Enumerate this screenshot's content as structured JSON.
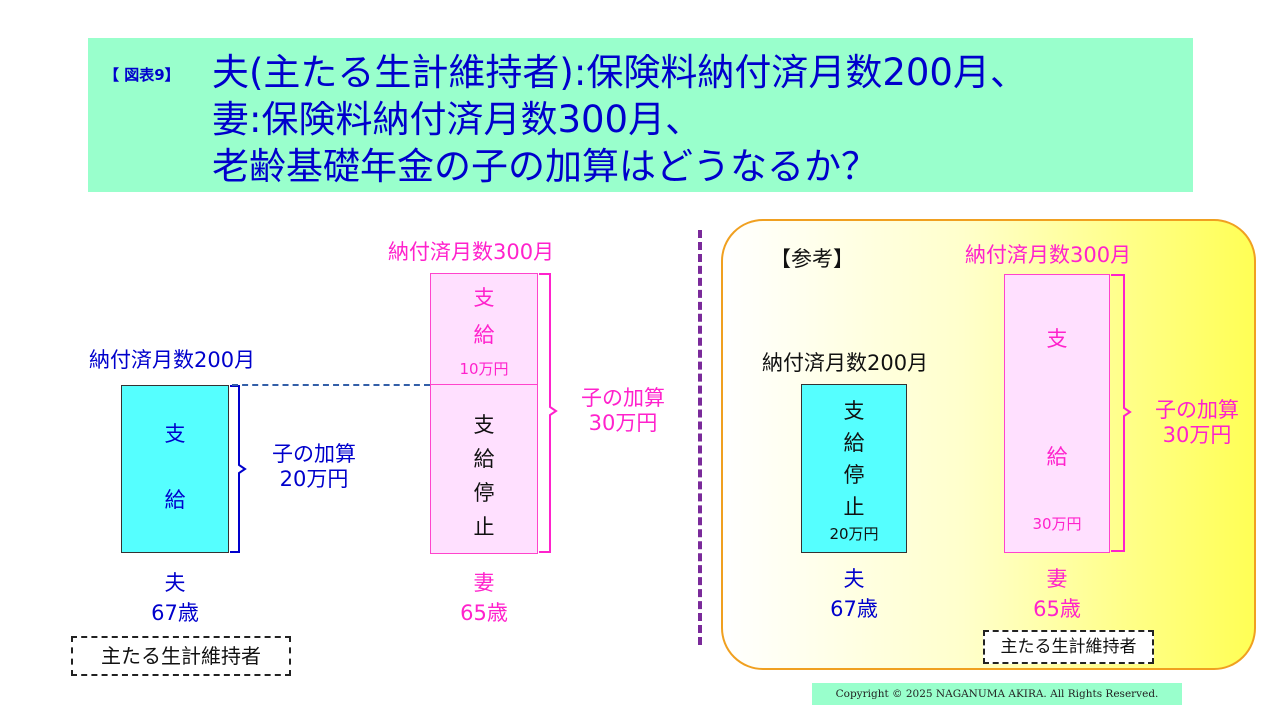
{
  "title": {
    "tag": "【 図表9】",
    "lines": [
      "夫(主たる生計維持者):保険料納付済月数200月、",
      "妻:保険料納付済月数300月、",
      "老齢基礎年金の子の加算はどうなるか？"
    ]
  },
  "left": {
    "husband": {
      "months_label": "納付済月数200月",
      "bar_chars": [
        "支",
        "給"
      ],
      "addition_label": [
        "子の加算",
        "20万円"
      ],
      "person": "夫",
      "age": "67歳",
      "role_box": "主たる生計維持者"
    },
    "wife": {
      "months_label": "納付済月数300月",
      "top_chars": [
        "支",
        "給"
      ],
      "top_amount": "10万円",
      "bottom_chars": [
        "支",
        "給",
        "停",
        "止"
      ],
      "addition_label": [
        "子の加算",
        "30万円"
      ],
      "person": "妻",
      "age": "65歳"
    }
  },
  "reference": {
    "heading": "【参考】",
    "husband": {
      "months_label": "納付済月数200月",
      "bar_chars": [
        "支",
        "給",
        "停",
        "止"
      ],
      "amount": "20万円",
      "person": "夫",
      "age": "67歳"
    },
    "wife": {
      "months_label": "納付済月数300月",
      "bar_chars": [
        "支",
        "給"
      ],
      "amount": "30万円",
      "addition_label": [
        "子の加算",
        "30万円"
      ],
      "person": "妻",
      "age": "65歳",
      "role_box": "主たる生計維持者"
    }
  },
  "copyright": "Copyright © 2025 NAGANUMA AKIRA. All Rights Reserved.",
  "colors": {
    "banner_bg": "#99ffcc",
    "title_text": "#0000cc",
    "husband_bar": "#55ffff",
    "wife_bar": "#ffe0ff",
    "magenta_text": "#ff22cc",
    "panel_border": "#f0a020",
    "divider": "#7a2a9a"
  }
}
